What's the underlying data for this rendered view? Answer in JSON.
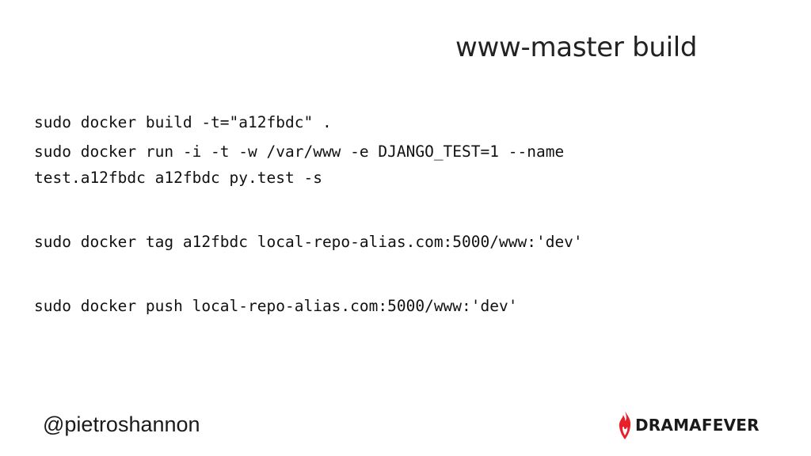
{
  "slide": {
    "title": "www-master build",
    "commands": [
      "sudo docker build -t=\"a12fbdc\" .",
      "sudo docker run -i -t -w /var/www -e DJANGO_TEST=1 --name",
      "test.a12fbdc a12fbdc py.test -s",
      "sudo docker tag a12fbdc local-repo-alias.com:5000/www:'dev'",
      "sudo docker push local-repo-alias.com:5000/www:'dev'"
    ],
    "handle": "@pietroshannon",
    "logo": {
      "text": "DRAMAFEVER",
      "icon": "flame-icon",
      "icon_color": "#e8202a"
    }
  }
}
